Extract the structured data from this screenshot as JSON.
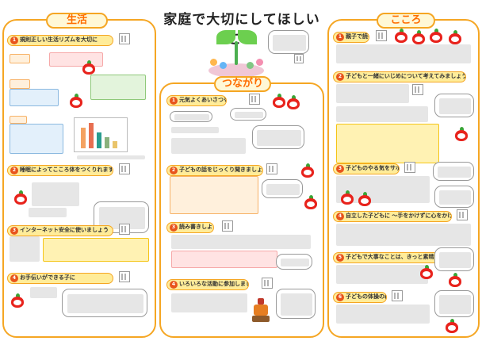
{
  "header": {
    "title": "家庭で大切にしてほしいこと"
  },
  "columns": {
    "left": {
      "title": "生活",
      "sections": [
        {
          "num": "1",
          "label": "規則正しい生活リズムを大切に"
        },
        {
          "num": "2",
          "label": "睡眠によってこころ体をつくりれます"
        },
        {
          "num": "3",
          "label": "インターネット安全に使いましょう"
        },
        {
          "num": "4",
          "label": "お手伝いができる子に"
        }
      ]
    },
    "middle": {
      "title": "つながり",
      "sections": [
        {
          "num": "1",
          "label": "元気よくあいさつを"
        },
        {
          "num": "2",
          "label": "子どもの話をじっくり聞きましょう"
        },
        {
          "num": "3",
          "label": "読み書きしよう"
        },
        {
          "num": "4",
          "label": "いろいろな活動に参加しましょう"
        }
      ]
    },
    "right": {
      "title": "こころ",
      "sections": [
        {
          "num": "1",
          "label": "親子で読書"
        },
        {
          "num": "2",
          "label": "子どもと一緒にいじめについて考えてみましょう"
        },
        {
          "num": "3",
          "label": "子どものやる気をサポート"
        },
        {
          "num": "4",
          "label": "自立した子どもに ～手をかけずに心をかける～"
        },
        {
          "num": "5",
          "label": "子どもで大事なことは、きっと素晴"
        },
        {
          "num": "6",
          "label": "子どもの体操の秘"
        }
      ]
    }
  },
  "colors": {
    "panel_border": "#f5a623",
    "title_text": "#ff6d00",
    "section_bg": "#ffec99",
    "section_num": "#e8541c",
    "mascot": "#e8231c"
  }
}
